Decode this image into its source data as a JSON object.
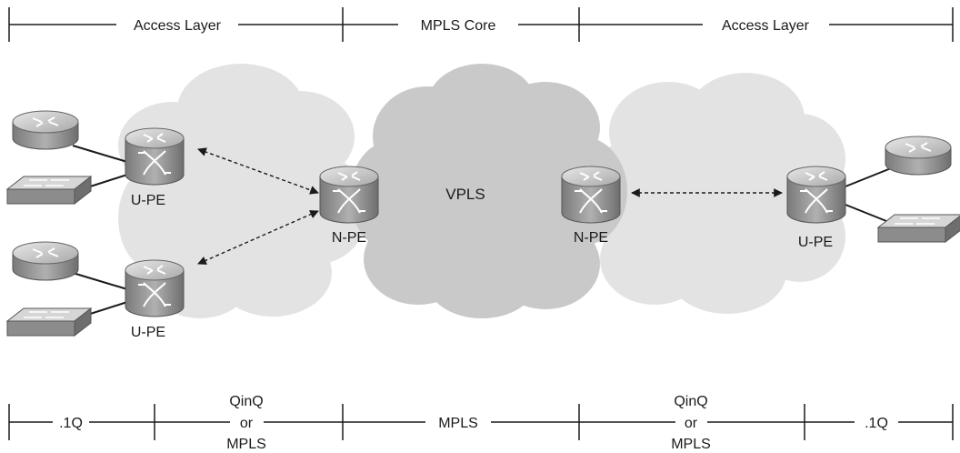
{
  "top_scale": {
    "segments": [
      {
        "label": "Access Layer"
      },
      {
        "label": "MPLS Core"
      },
      {
        "label": "Access Layer"
      }
    ]
  },
  "bottom_scale": {
    "segments": [
      {
        "lines": [
          ".1Q"
        ]
      },
      {
        "lines": [
          "QinQ",
          "or",
          "MPLS"
        ]
      },
      {
        "lines": [
          "MPLS"
        ]
      },
      {
        "lines": [
          "QinQ",
          "or",
          "MPLS"
        ]
      },
      {
        "lines": [
          ".1Q"
        ]
      }
    ]
  },
  "clouds": {
    "core_label": "VPLS"
  },
  "devices": {
    "upe_left_top": "U-PE",
    "upe_left_bottom": "U-PE",
    "npe_left": "N-PE",
    "npe_right": "N-PE",
    "upe_right": "U-PE"
  },
  "colors": {
    "access_cloud": "#e3e3e3",
    "core_cloud": "#c9c9c9",
    "device_body": "#9a9a9a",
    "device_top": "#cfcfcf",
    "line": "#1a1a1a"
  }
}
